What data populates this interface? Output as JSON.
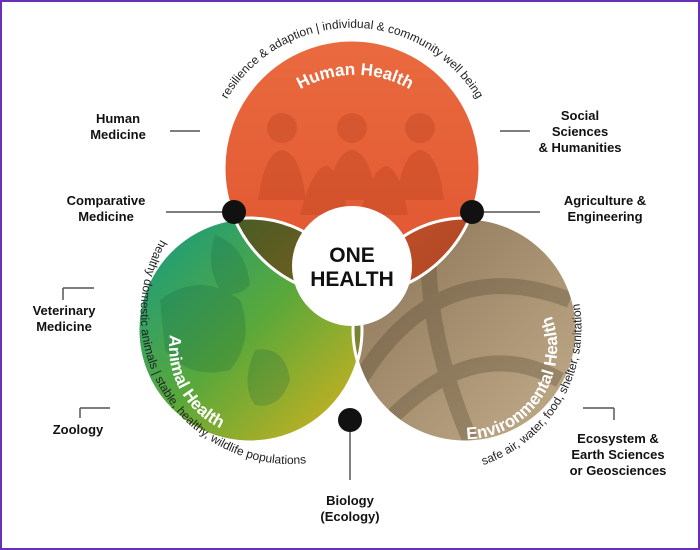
{
  "diagram": {
    "center": {
      "line1": "ONE",
      "line2": "HEALTH"
    },
    "circles": {
      "human": {
        "title": "Human Health",
        "arc_text": "resilience & adaption | individual & community well being"
      },
      "animal": {
        "title": "Animal Health",
        "arc_text": "healthy domestic animals | stable, healthy, wildlife populations"
      },
      "environment": {
        "title": "Environmental Health",
        "arc_text": "safe air, water, food, shelter, sanitation"
      }
    },
    "disciplines": {
      "human_medicine": [
        "Human",
        "Medicine"
      ],
      "comparative_medicine": [
        "Comparative",
        "Medicine"
      ],
      "veterinary_medicine": [
        "Veterinary",
        "Medicine"
      ],
      "zoology": [
        "Zoology"
      ],
      "biology": [
        "Biology",
        "(Ecology)"
      ],
      "social_sciences": [
        "Social",
        "Sciences",
        "& Humanities"
      ],
      "agriculture": [
        "Agriculture &",
        "Engineering"
      ],
      "ecosystem": [
        "Ecosystem &",
        "Earth Sciences",
        "or Geosciences"
      ]
    }
  },
  "colors": {
    "human": "#e8623a",
    "animal_start": "#1fa37a",
    "animal_end": "#d9b41e",
    "environment": "#a0896a",
    "overlap_human_animal": "#6b4a22",
    "overlap_human_env": "#b84a26",
    "overlap_animal_env": "#6a7a30",
    "frame": "#6a2fb8",
    "node": "#111111"
  }
}
